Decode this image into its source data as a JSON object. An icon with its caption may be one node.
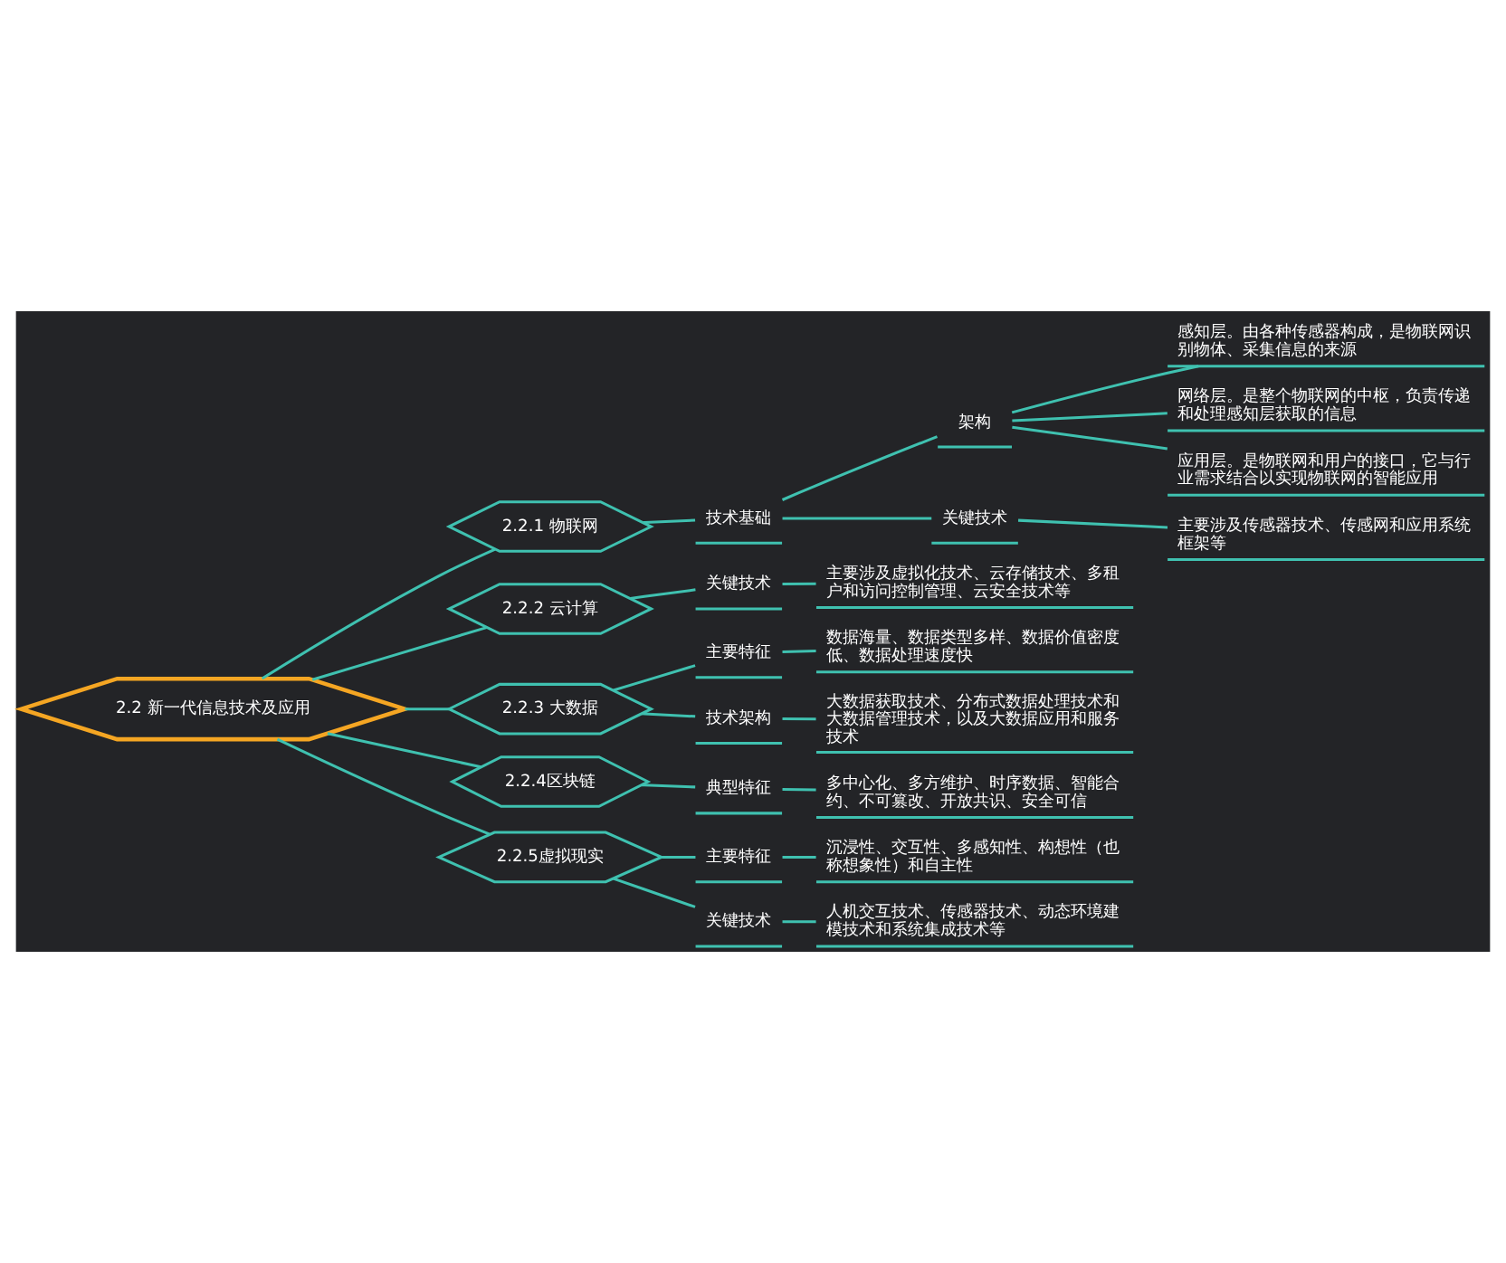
{
  "diagram": {
    "nodes": [
      {
        "text": [
          "2.2 新一代信息技术及应用"
        ]
      },
      {
        "text": [
          "2.2.1 物联网"
        ]
      },
      {
        "text": [
          "技术基础"
        ]
      },
      {
        "text": [
          "架构"
        ]
      },
      {
        "text": [
          "感知层。由各种传感器构成，是物联网识别物体、采集信息的来源"
        ]
      },
      {
        "text": [
          "网络层。是整个物联网的中枢，负责传递和处理感知层获取的信息"
        ]
      },
      {
        "text": [
          "应用层。是物联网和用户的接口，它与行业需求结合以实现物联网的智能应用"
        ]
      },
      {
        "text": [
          "关键技术"
        ]
      },
      {
        "text": [
          "主要涉及传感器技术、传感网和应用系统框架等"
        ]
      },
      {
        "text": [
          "2.2.2 云计算"
        ]
      },
      {
        "text": [
          "关键技术"
        ]
      },
      {
        "text": [
          "主要涉及虚拟化技术、云存储技术、多租户和访问控制管理、云安全技术等"
        ]
      },
      {
        "text": [
          "2.2.3 大数据"
        ]
      },
      {
        "text": [
          "主要特征"
        ]
      },
      {
        "text": [
          "数据海量、数据类型多样、数据价值密度低、数据处理速度快"
        ]
      },
      {
        "text": [
          "技术架构"
        ]
      },
      {
        "text": [
          "大数据获取技术、分布式数据处理技术和大数据管理技术，以及大数据应用和服务技术"
        ]
      },
      {
        "text": [
          "2.2.4区块链"
        ]
      },
      {
        "text": [
          "典型特征"
        ]
      },
      {
        "text": [
          "多中心化、多方维护、时序数据、智能合约、不可篡改、开放共识、安全可信"
        ]
      },
      {
        "text": [
          "2.2.5虚拟现实"
        ]
      },
      {
        "text": [
          "主要特征"
        ]
      },
      {
        "text": [
          "沉浸性、交互性、多感知性、构想性（也称想象性）和自主性"
        ]
      },
      {
        "text": [
          "关键技术"
        ]
      },
      {
        "text": [
          "人机交互技术、传感器技术、动态环境建模技术和系统集成技术等"
        ]
      }
    ],
    "edges": [
      {
        "from": 0,
        "to": 1,
        "arrow": "none"
      },
      {
        "from": 1,
        "to": 2,
        "arrow": "none"
      },
      {
        "from": 2,
        "to": 3,
        "arrow": "none"
      },
      {
        "from": 3,
        "to": 4,
        "arrow": "none"
      },
      {
        "from": 3,
        "to": 5,
        "arrow": "none"
      },
      {
        "from": 3,
        "to": 6,
        "arrow": "none"
      },
      {
        "from": 2,
        "to": 7,
        "arrow": "none"
      },
      {
        "from": 7,
        "to": 8,
        "arrow": "none"
      },
      {
        "from": 0,
        "to": 9,
        "arrow": "none"
      },
      {
        "from": 9,
        "to": 10,
        "arrow": "none"
      },
      {
        "from": 10,
        "to": 11,
        "arrow": "none"
      },
      {
        "from": 0,
        "to": 12,
        "arrow": "none"
      },
      {
        "from": 12,
        "to": 13,
        "arrow": "none"
      },
      {
        "from": 13,
        "to": 14,
        "arrow": "none"
      },
      {
        "from": 12,
        "to": 15,
        "arrow": "none"
      },
      {
        "from": 15,
        "to": 16,
        "arrow": "none"
      },
      {
        "from": 0,
        "to": 17,
        "arrow": "none"
      },
      {
        "from": 17,
        "to": 18,
        "arrow": "none"
      },
      {
        "from": 18,
        "to": 19,
        "arrow": "none"
      },
      {
        "from": 0,
        "to": 20,
        "arrow": "none"
      },
      {
        "from": 20,
        "to": 21,
        "arrow": "none"
      },
      {
        "from": 21,
        "to": 22,
        "arrow": "none"
      },
      {
        "from": 20,
        "to": 23,
        "arrow": "none"
      },
      {
        "from": 23,
        "to": 24,
        "arrow": "none"
      }
    ]
  }
}
